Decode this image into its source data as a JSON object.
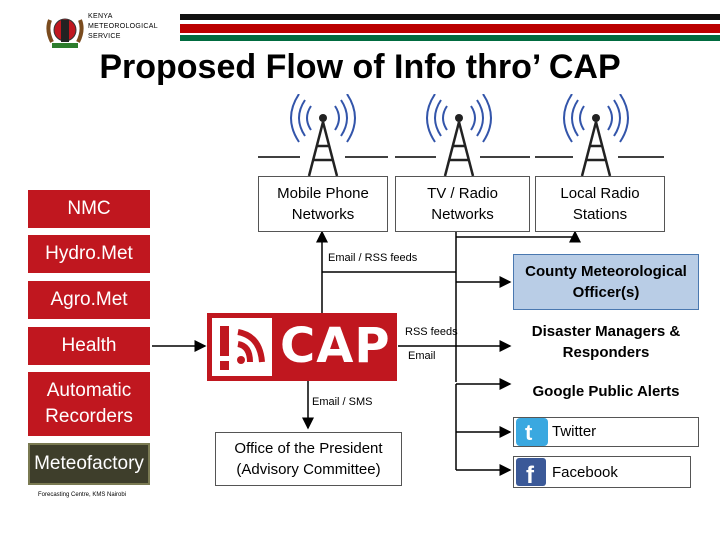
{
  "header": {
    "org_line1": "KENYA",
    "org_line2": "METEOROLOGICAL",
    "org_line3": "SERVICE"
  },
  "title": "Proposed Flow of Info thro’ CAP",
  "sources": [
    "NMC",
    "Hydro.Met",
    "Agro.Met",
    "Health",
    "Automatic Recorders",
    "Meteofactory"
  ],
  "footnote": "Forecasting Centre, KMS Nairobi",
  "cap": {
    "logo_text": "CAP"
  },
  "flow_labels": {
    "email_rss": "Email / RSS feeds",
    "rss_feeds": "RSS feeds",
    "email": "Email",
    "email_sms": "Email / SMS"
  },
  "broadcast": {
    "mobile": "Mobile Phone Networks",
    "tv_radio": "TV / Radio Networks",
    "local_radio": "Local Radio Stations"
  },
  "recipients": {
    "county": "County Meteorological Officer(s)",
    "disaster": "Disaster Managers & Responders",
    "google": "Google Public Alerts",
    "twitter": "Twitter",
    "facebook": "Facebook",
    "office": "Office of the President (Advisory Committee)"
  },
  "colors": {
    "red": "#c0171f",
    "blue_box": "#b9cde6",
    "dark_box": "#3e3e2b",
    "flag_green": "#006b3f",
    "flag_red": "#bb0000",
    "tower_blue": "#3355aa"
  }
}
